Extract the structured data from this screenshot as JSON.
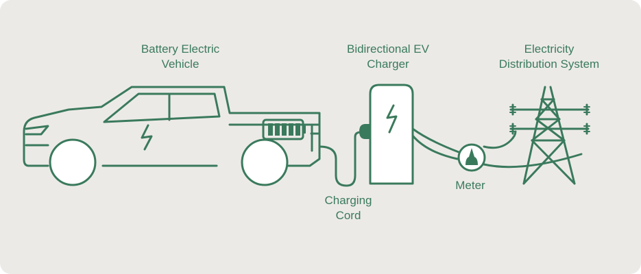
{
  "labels": {
    "vehicle": [
      "Battery Electric",
      "Vehicle"
    ],
    "charger": [
      "Bidirectional EV",
      "Charger"
    ],
    "grid": [
      "Electricity",
      "Distribution System"
    ],
    "cord": [
      "Charging",
      "Cord"
    ],
    "meter": "Meter"
  },
  "colors": {
    "background": "#eceae7",
    "stroke": "#3a7a5c",
    "fill_light": "#ffffff"
  },
  "icons": [
    "car-icon",
    "lightning-icon",
    "battery-icon",
    "charger-icon",
    "meter-icon",
    "transmission-tower-icon"
  ]
}
